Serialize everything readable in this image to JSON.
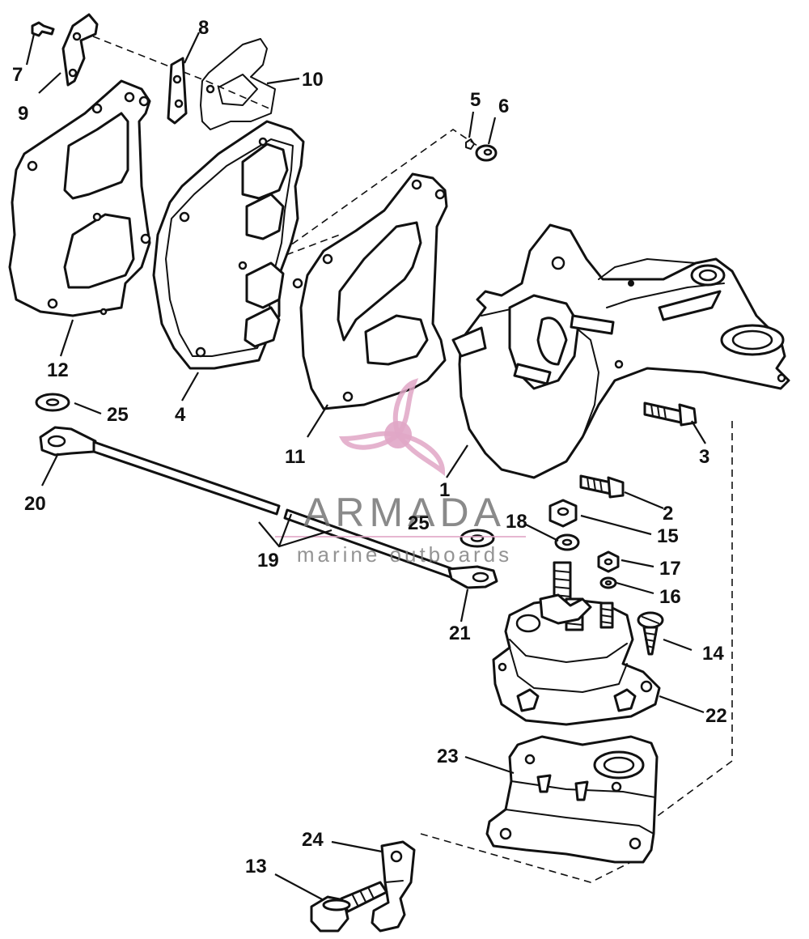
{
  "callouts": {
    "c1": "1",
    "c2": "2",
    "c3": "3",
    "c4": "4",
    "c5": "5",
    "c6": "6",
    "c7": "7",
    "c8": "8",
    "c9": "9",
    "c10": "10",
    "c11": "11",
    "c12": "12",
    "c13": "13",
    "c14": "14",
    "c15": "15",
    "c16": "16",
    "c17": "17",
    "c18": "18",
    "c19": "19",
    "c20": "20",
    "c21": "21",
    "c22": "22",
    "c23": "23",
    "c24": "24",
    "c25a": "25",
    "c25b": "25"
  },
  "watermark": {
    "brand": "ARMADA",
    "tagline": "marine outboards",
    "color": "#e0a6c6"
  }
}
